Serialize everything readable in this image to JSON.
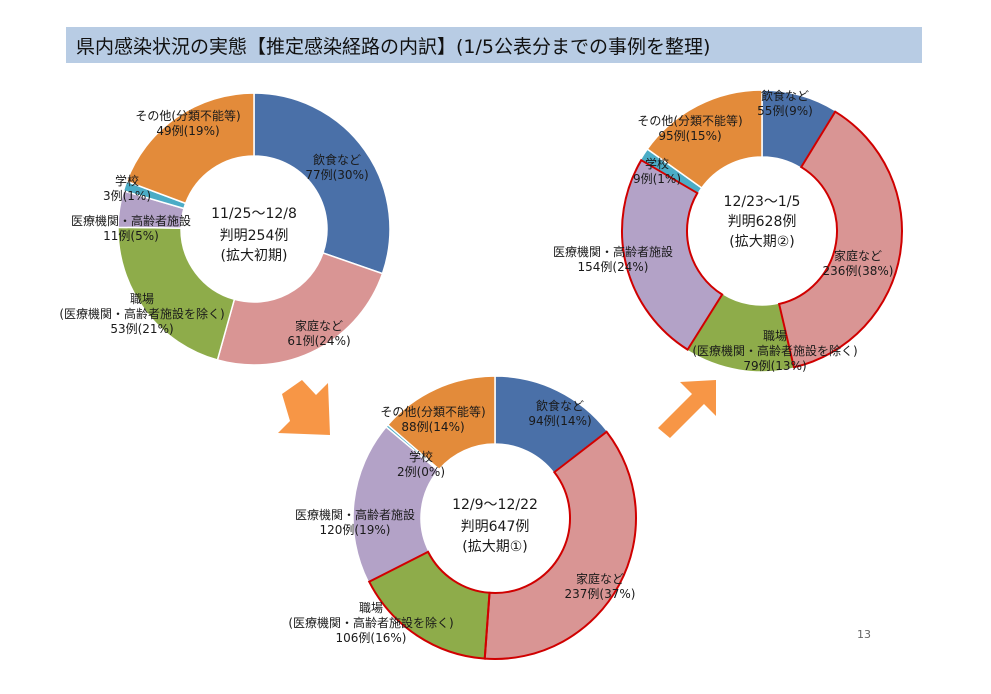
{
  "title": "県内感染状況の実態【推定感染経路の内訳】(1/5公表分までの事例を整理)",
  "page_number": "13",
  "colors": {
    "dining": "#4a70a8",
    "household": "#d99594",
    "workplace": "#8eac4a",
    "medical": "#b3a2c7",
    "school": "#4bacc6",
    "other": "#e38b3a",
    "arrow": "#f79646",
    "outline": "#d00000"
  },
  "chart_data": [
    {
      "type": "pie",
      "center_text": [
        "11/25〜12/8",
        "判明254例",
        "(拡大初期)"
      ],
      "total": 254,
      "segments": [
        {
          "key": "dining",
          "name": "飲食など",
          "value": 77,
          "label": "77例(30%)",
          "highlight": false
        },
        {
          "key": "household",
          "name": "家庭など",
          "value": 61,
          "label": "61例(24%)",
          "highlight": false
        },
        {
          "key": "workplace",
          "name": "職場",
          "name2": "(医療機関・高齢者施設を除く)",
          "value": 53,
          "label": "53例(21%)",
          "highlight": false
        },
        {
          "key": "medical",
          "name": "医療機関・高齢者施設",
          "value": 11,
          "label": "11例(5%)",
          "highlight": false
        },
        {
          "key": "school",
          "name": "学校",
          "value": 3,
          "label": "3例(1%)",
          "highlight": false
        },
        {
          "key": "other",
          "name": "その他(分類不能等)",
          "value": 49,
          "label": "49例(19%)",
          "highlight": false
        }
      ]
    },
    {
      "type": "pie",
      "center_text": [
        "12/9〜12/22",
        "判明647例",
        "(拡大期①)"
      ],
      "total": 647,
      "segments": [
        {
          "key": "dining",
          "name": "飲食など",
          "value": 94,
          "label": "94例(14%)",
          "highlight": false
        },
        {
          "key": "household",
          "name": "家庭など",
          "value": 237,
          "label": "237例(37%)",
          "highlight": true
        },
        {
          "key": "workplace",
          "name": "職場",
          "name2": "(医療機関・高齢者施設を除く)",
          "value": 106,
          "label": "106例(16%)",
          "highlight": true
        },
        {
          "key": "medical",
          "name": "医療機関・高齢者施設",
          "value": 120,
          "label": "120例(19%)",
          "highlight": false
        },
        {
          "key": "school",
          "name": "学校",
          "value": 2,
          "label": "2例(0%)",
          "highlight": false
        },
        {
          "key": "other",
          "name": "その他(分類不能等)",
          "value": 88,
          "label": "88例(14%)",
          "highlight": false
        }
      ]
    },
    {
      "type": "pie",
      "center_text": [
        "12/23〜1/5",
        "判明628例",
        "(拡大期②)"
      ],
      "total": 628,
      "segments": [
        {
          "key": "dining",
          "name": "飲食など",
          "value": 55,
          "label": "55例(9%)",
          "highlight": false
        },
        {
          "key": "household",
          "name": "家庭など",
          "value": 236,
          "label": "236例(38%)",
          "highlight": true
        },
        {
          "key": "workplace",
          "name": "職場",
          "name2": "(医療機関・高齢者施設を除く)",
          "value": 79,
          "label": "79例(13%)",
          "highlight": false
        },
        {
          "key": "medical",
          "name": "医療機関・高齢者施設",
          "value": 154,
          "label": "154例(24%)",
          "highlight": true
        },
        {
          "key": "school",
          "name": "学校",
          "value": 9,
          "label": "9例(1%)",
          "highlight": false
        },
        {
          "key": "other",
          "name": "その他(分類不能等)",
          "value": 95,
          "label": "95例(15%)",
          "highlight": false
        }
      ]
    }
  ]
}
